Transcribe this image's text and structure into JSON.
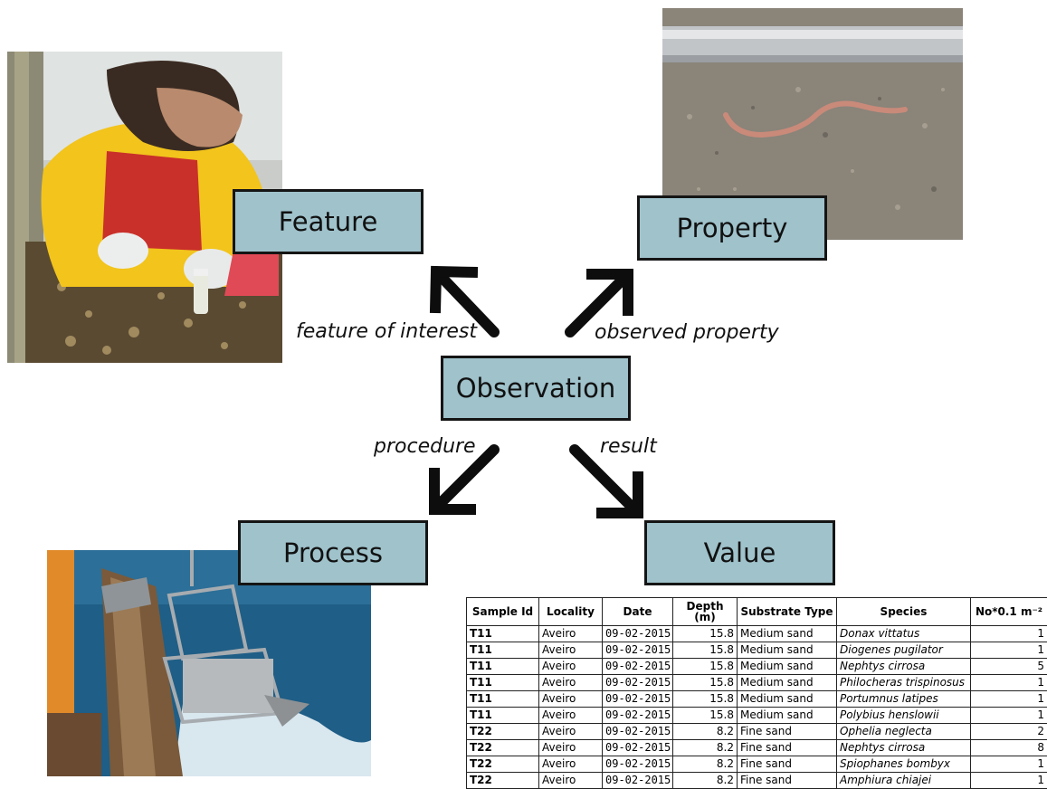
{
  "nodes": {
    "center": "Observation",
    "feature": "Feature",
    "property": "Property",
    "process": "Process",
    "value": "Value"
  },
  "edges": {
    "feature_of_interest": "feature of interest",
    "observed_property": "observed property",
    "procedure": "procedure",
    "result": "result"
  },
  "colors": {
    "box_fill": "#9fc2cb",
    "box_border": "#151515",
    "arrow": "#0d0d0d"
  },
  "table": {
    "headers": [
      "Sample Id",
      "Locality",
      "Date",
      "Depth (m)",
      "Substrate Type",
      "Species",
      "No*0.1 m⁻²"
    ],
    "rows": [
      [
        "T11",
        "Aveiro",
        "09-02-2015",
        "15.8",
        "Medium sand",
        "Donax vittatus",
        "1"
      ],
      [
        "T11",
        "Aveiro",
        "09-02-2015",
        "15.8",
        "Medium sand",
        "Diogenes pugilator",
        "1"
      ],
      [
        "T11",
        "Aveiro",
        "09-02-2015",
        "15.8",
        "Medium sand",
        "Nephtys cirrosa",
        "5"
      ],
      [
        "T11",
        "Aveiro",
        "09-02-2015",
        "15.8",
        "Medium sand",
        "Philocheras trispinosus",
        "1"
      ],
      [
        "T11",
        "Aveiro",
        "09-02-2015",
        "15.8",
        "Medium sand",
        "Portumnus latipes",
        "1"
      ],
      [
        "T11",
        "Aveiro",
        "09-02-2015",
        "15.8",
        "Medium sand",
        "Polybius henslowii",
        "1"
      ],
      [
        "T22",
        "Aveiro",
        "09-02-2015",
        "8.2",
        "Fine sand",
        "Ophelia neglecta",
        "2"
      ],
      [
        "T22",
        "Aveiro",
        "09-02-2015",
        "8.2",
        "Fine sand",
        "Nephtys cirrosa",
        "8"
      ],
      [
        "T22",
        "Aveiro",
        "09-02-2015",
        "8.2",
        "Fine sand",
        "Spiophanes bombyx",
        "1"
      ],
      [
        "T22",
        "Aveiro",
        "09-02-2015",
        "8.2",
        "Fine sand",
        "Amphiura chiajei",
        "1"
      ]
    ]
  }
}
